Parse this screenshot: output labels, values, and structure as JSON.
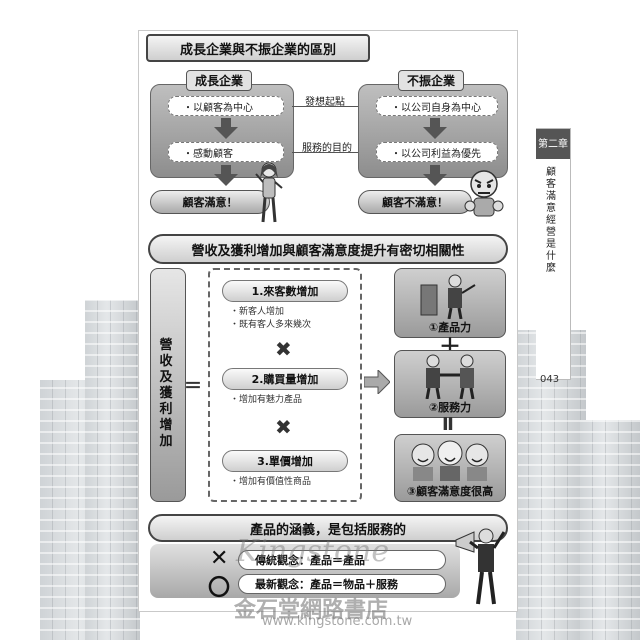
{
  "section1": {
    "title": "成長企業與不振企業的區別"
  },
  "growth": {
    "title": "成長企業",
    "item1": "・以顧客為中心",
    "item2": "・感動顧客",
    "result": "顧客滿意！"
  },
  "sluggish": {
    "title": "不振企業",
    "item1": "・以公司自身為中心",
    "item2": "・以公司利益為優先",
    "result": "顧客不滿意！"
  },
  "middle": {
    "label1": "發想起點",
    "label2": "服務的目的"
  },
  "section2": {
    "title": "營收及獲利增加與顧客滿意度提升有密切相關性"
  },
  "left_vertical": "營收及獲利增加",
  "equals": "＝",
  "items": [
    {
      "title": "1.來客數增加",
      "subs": [
        "・新客人增加",
        "・既有客人多來幾次"
      ]
    },
    {
      "title": "2.購買量增加",
      "subs": [
        "・增加有魅力產品"
      ]
    },
    {
      "title": "3.單價增加",
      "subs": [
        "・增加有價值性商品"
      ]
    }
  ],
  "times": "✖",
  "cards": [
    {
      "label": "①產品力"
    },
    {
      "label": "②服務力"
    },
    {
      "label": "③顧客滿意度很高"
    }
  ],
  "plus": "＋",
  "card_equals": "Ⅱ",
  "section3": {
    "title": "產品的涵義，是包括服務的"
  },
  "compare": [
    {
      "mark": "✕",
      "text": "傳統觀念：產品＝產品"
    },
    {
      "mark": "〇",
      "text": "最新觀念：產品＝物品＋服務"
    }
  ],
  "side_tab": {
    "chapter": "第二章",
    "title": "顧客滿意經營是什麼"
  },
  "page_number": "043",
  "watermark": {
    "brand": "Kingstone",
    "cn": "金石堂網路書店",
    "url": "www.kingstone.com.tw"
  },
  "colors": {
    "panel": "#9a9a9a",
    "ink": "#111111",
    "arrow": "#555555"
  }
}
